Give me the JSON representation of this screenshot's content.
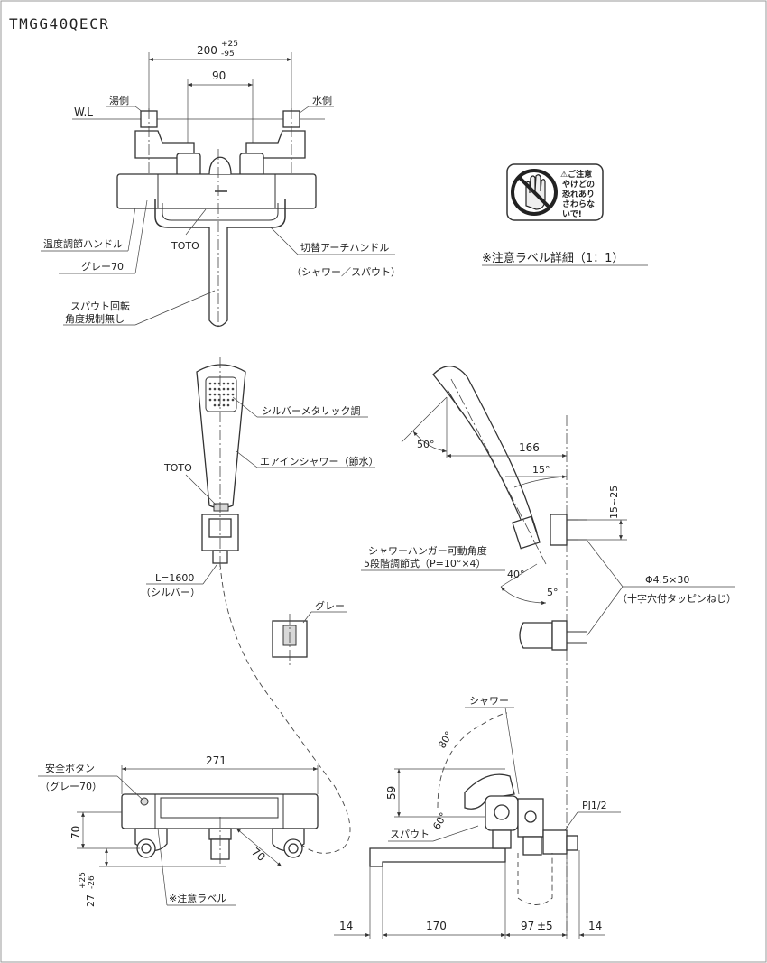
{
  "model": "TMGG40QECR",
  "top_view": {
    "dim_200": "200",
    "dim_200_tol_plus": "+25",
    "dim_200_tol_minus": "-95",
    "dim_90": "90",
    "wl": "W.L",
    "hot_side": "湯側",
    "cold_side": "水側",
    "temp_handle": "温度調節ハンドル",
    "gray70": "グレー70",
    "brand": "TOTO",
    "switch_handle": "切替アーチハンドル",
    "switch_handle_note": "（シャワー／スパウト）",
    "spout_rot_1": "スパウト回転",
    "spout_rot_2": "角度規制無し"
  },
  "caution_label": {
    "line1": "⚠ご注意",
    "line2": "やけどの",
    "line3": "恐れあり",
    "line4": "さわらな",
    "line5": "いで!",
    "caption": "※注意ラベル詳細（1：1）"
  },
  "shower": {
    "silver_metallic": "シルバーメタリック調",
    "air_in": "エアインシャワー（節水）",
    "brand": "TOTO",
    "hose_len": "L=1600",
    "hose_color": "（シルバー）",
    "gray": "グレー"
  },
  "side_view": {
    "angle_50": "50°",
    "dim_166": "166",
    "angle_15": "15°",
    "dim_15_25": "15~25",
    "hanger_1": "シャワーハンガー可動角度",
    "hanger_2": "5段階調節式（P=10°×4）",
    "angle_40": "40°",
    "angle_5": "5°",
    "screw": "Φ4.5×30",
    "screw_note": "（十字穴付タッピンねじ）"
  },
  "front_view": {
    "safety_btn": "安全ボタン",
    "safety_btn_color": "（グレー70）",
    "dim_271": "271",
    "dim_70_v": "70",
    "dim_70_diag": "70",
    "dim_27": "27",
    "dim_27_tol_plus": "+25",
    "dim_27_tol_minus": "-26",
    "caution_ref": "※注意ラベル"
  },
  "spout_view": {
    "shower": "シャワー",
    "angle_80": "80°",
    "dim_59": "59",
    "spout": "スパウト",
    "angle_60": "60°",
    "pj": "PJ1/2",
    "dim_14_left": "14",
    "dim_170": "170",
    "dim_97": "97",
    "dim_97_tol": "±5",
    "dim_14_right": "14"
  }
}
